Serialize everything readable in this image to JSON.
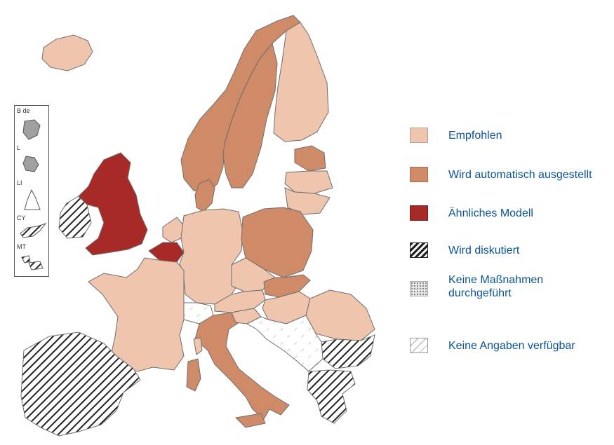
{
  "colors": {
    "empfohlen": "#efc5ae",
    "automatisch": "#cf8b68",
    "aehnlich": "#a82a26",
    "border": "#6e6e6e",
    "legend_text": "#0b5595"
  },
  "legend": [
    {
      "key": "empfohlen",
      "label": "Empfohlen",
      "pattern": "solid-light"
    },
    {
      "key": "automatisch",
      "label": "Wird automatisch ausgestellt",
      "pattern": "solid-medium"
    },
    {
      "key": "aehnlich",
      "label": "Ähnliches Modell",
      "pattern": "solid-dark"
    },
    {
      "key": "diskutiert",
      "label": "Wird diskutiert",
      "pattern": "diagonal-hatch"
    },
    {
      "key": "keine_massnahmen",
      "label": "Keine Maßnahmen\ndurchgeführt",
      "pattern": "dotted"
    },
    {
      "key": "keine_angaben",
      "label": "Keine Angaben verfügbar",
      "pattern": "sparse-hatch"
    }
  ],
  "inset": {
    "labels": [
      "B de",
      "L",
      "LI",
      "CY",
      "MT"
    ]
  },
  "countries": [
    {
      "name": "iceland",
      "status": "empfohlen"
    },
    {
      "name": "norway",
      "status": "automatisch"
    },
    {
      "name": "sweden",
      "status": "automatisch"
    },
    {
      "name": "finland",
      "status": "empfohlen"
    },
    {
      "name": "estonia",
      "status": "automatisch"
    },
    {
      "name": "latvia",
      "status": "empfohlen"
    },
    {
      "name": "lithuania",
      "status": "empfohlen"
    },
    {
      "name": "denmark",
      "status": "automatisch"
    },
    {
      "name": "united-kingdom",
      "status": "aehnlich"
    },
    {
      "name": "ireland",
      "status": "diskutiert"
    },
    {
      "name": "netherlands",
      "status": "empfohlen"
    },
    {
      "name": "belgium",
      "status": "aehnlich"
    },
    {
      "name": "germany",
      "status": "empfohlen"
    },
    {
      "name": "poland",
      "status": "automatisch"
    },
    {
      "name": "czechia",
      "status": "empfohlen"
    },
    {
      "name": "slovakia",
      "status": "automatisch"
    },
    {
      "name": "austria",
      "status": "empfohlen"
    },
    {
      "name": "hungary",
      "status": "empfohlen"
    },
    {
      "name": "switzerland",
      "status": "keine_angaben"
    },
    {
      "name": "france",
      "status": "empfohlen"
    },
    {
      "name": "iberia",
      "status": "diskutiert"
    },
    {
      "name": "italy",
      "status": "automatisch"
    },
    {
      "name": "slovenia",
      "status": "empfohlen"
    },
    {
      "name": "romania",
      "status": "empfohlen"
    },
    {
      "name": "bulgaria",
      "status": "diskutiert"
    },
    {
      "name": "greece",
      "status": "diskutiert"
    },
    {
      "name": "balkans",
      "status": "keine_angaben"
    },
    {
      "name": "sardinia",
      "status": "automatisch"
    },
    {
      "name": "corsica",
      "status": "empfohlen"
    },
    {
      "name": "sicily",
      "status": "automatisch"
    }
  ]
}
